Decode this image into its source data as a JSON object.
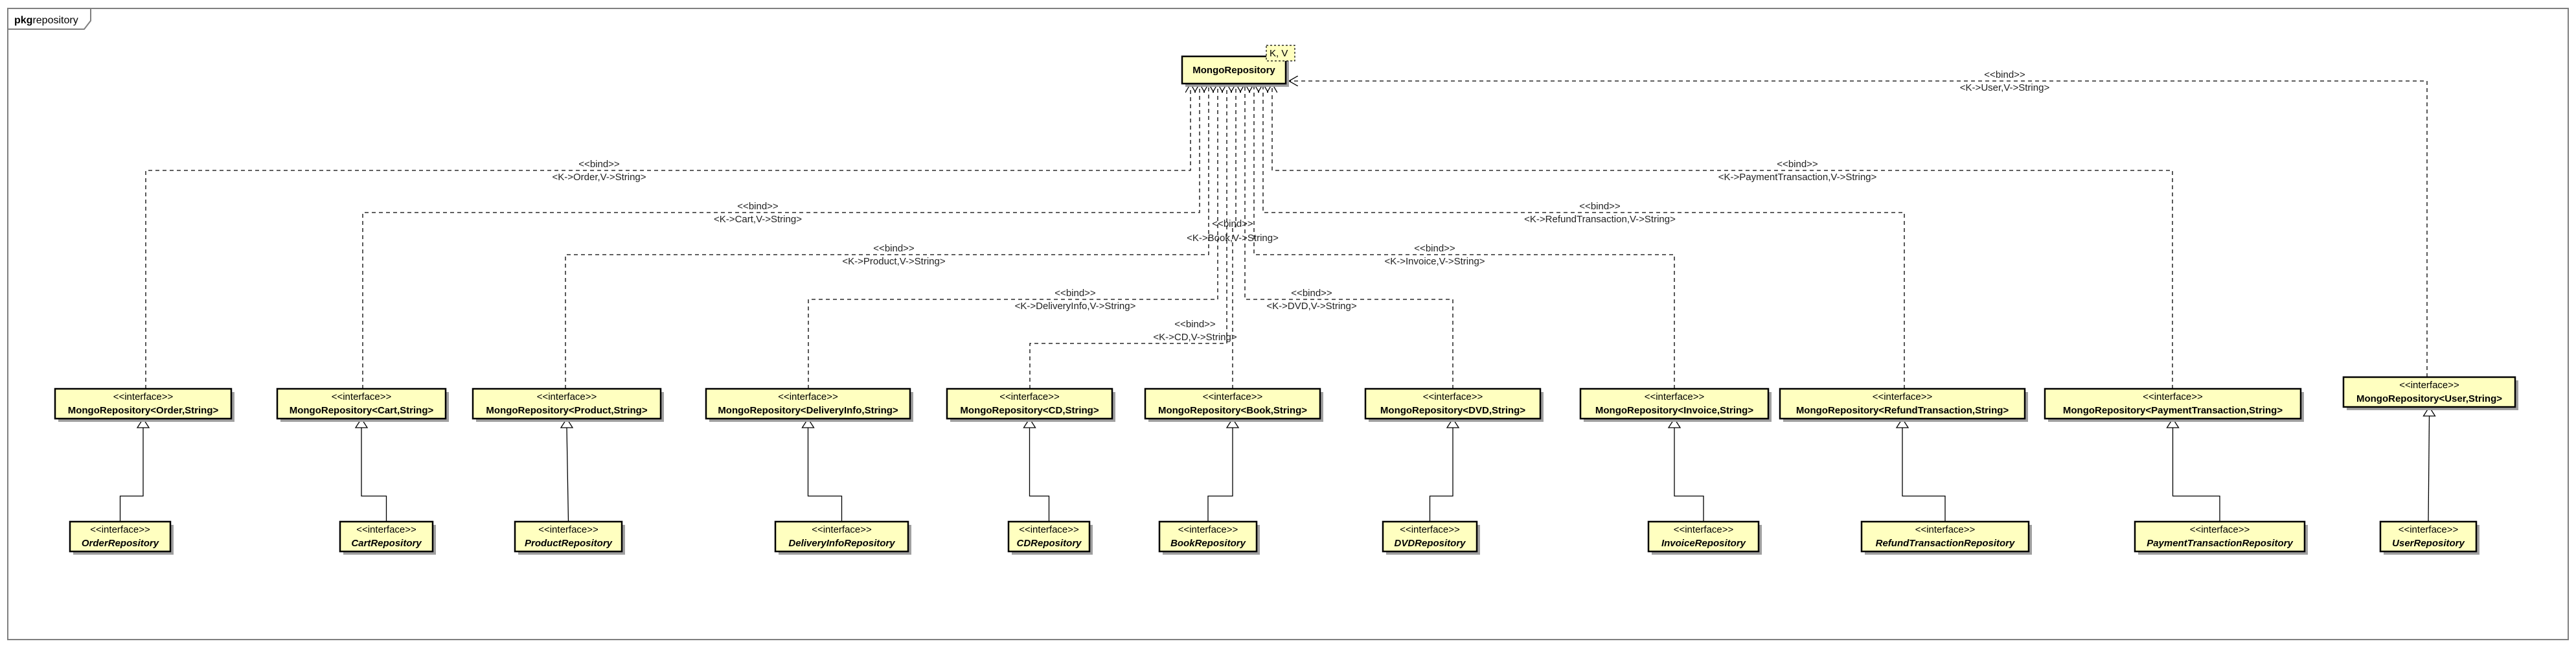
{
  "package": {
    "keyword": "pkg",
    "name": "repository"
  },
  "generic": {
    "name": "MongoRepository",
    "type_params": "K, V"
  },
  "bindings": [
    {
      "stereotype": "<<bind>>",
      "binding": "<K->Order,V->String>",
      "interface": "MongoRepository<Order,String>",
      "repository": "OrderRepository"
    },
    {
      "stereotype": "<<bind>>",
      "binding": "<K->Cart,V->String>",
      "interface": "MongoRepository<Cart,String>",
      "repository": "CartRepository"
    },
    {
      "stereotype": "<<bind>>",
      "binding": "<K->Product,V->String>",
      "interface": "MongoRepository<Product,String>",
      "repository": "ProductRepository"
    },
    {
      "stereotype": "<<bind>>",
      "binding": "<K->DeliveryInfo,V->String>",
      "interface": "MongoRepository<DeliveryInfo,String>",
      "repository": "DeliveryInfoRepository"
    },
    {
      "stereotype": "<<bind>>",
      "binding": "<K->CD,V->String>",
      "interface": "MongoRepository<CD,String>",
      "repository": "CDRepository"
    },
    {
      "stereotype": "<<bind>>",
      "binding": "<K->Book,V->String>",
      "interface": "MongoRepository<Book,String>",
      "repository": "BookRepository"
    },
    {
      "stereotype": "<<bind>>",
      "binding": "<K->DVD,V->String>",
      "interface": "MongoRepository<DVD,String>",
      "repository": "DVDRepository"
    },
    {
      "stereotype": "<<bind>>",
      "binding": "<K->Invoice,V->String>",
      "interface": "MongoRepository<Invoice,String>",
      "repository": "InvoiceRepository"
    },
    {
      "stereotype": "<<bind>>",
      "binding": "<K->RefundTransaction,V->String>",
      "interface": "MongoRepository<RefundTransaction,String>",
      "repository": "RefundTransactionRepository"
    },
    {
      "stereotype": "<<bind>>",
      "binding": "<K->PaymentTransaction,V->String>",
      "interface": "MongoRepository<PaymentTransaction,String>",
      "repository": "PaymentTransactionRepository"
    },
    {
      "stereotype": "<<bind>>",
      "binding": "<K->User,V->String>",
      "interface": "MongoRepository<User,String>",
      "repository": "UserRepository"
    }
  ],
  "interface_stereotype": "<<interface>>"
}
